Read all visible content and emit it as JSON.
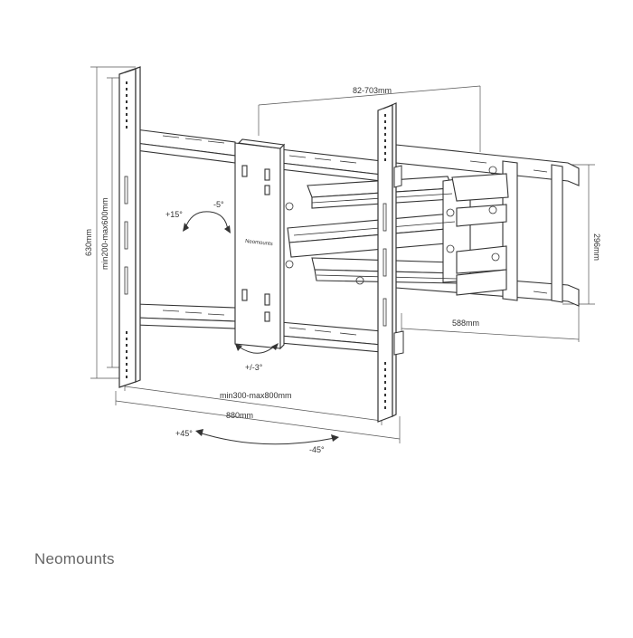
{
  "dimensions": {
    "arm_extension": "82-703mm",
    "height_outer": "630mm",
    "height_vesa": "min200-max600mm",
    "width_vesa": "min300-max800mm",
    "width_outer": "880mm",
    "wall_plate_height": "296mm",
    "wall_plate_width": "588mm"
  },
  "tilt": {
    "up": "+15°",
    "down": "-5°"
  },
  "rotation": "+/-3°",
  "swivel": {
    "left": "+45°",
    "right": "-45°"
  },
  "plate_label": "Neomounts",
  "brand": "Neomounts"
}
